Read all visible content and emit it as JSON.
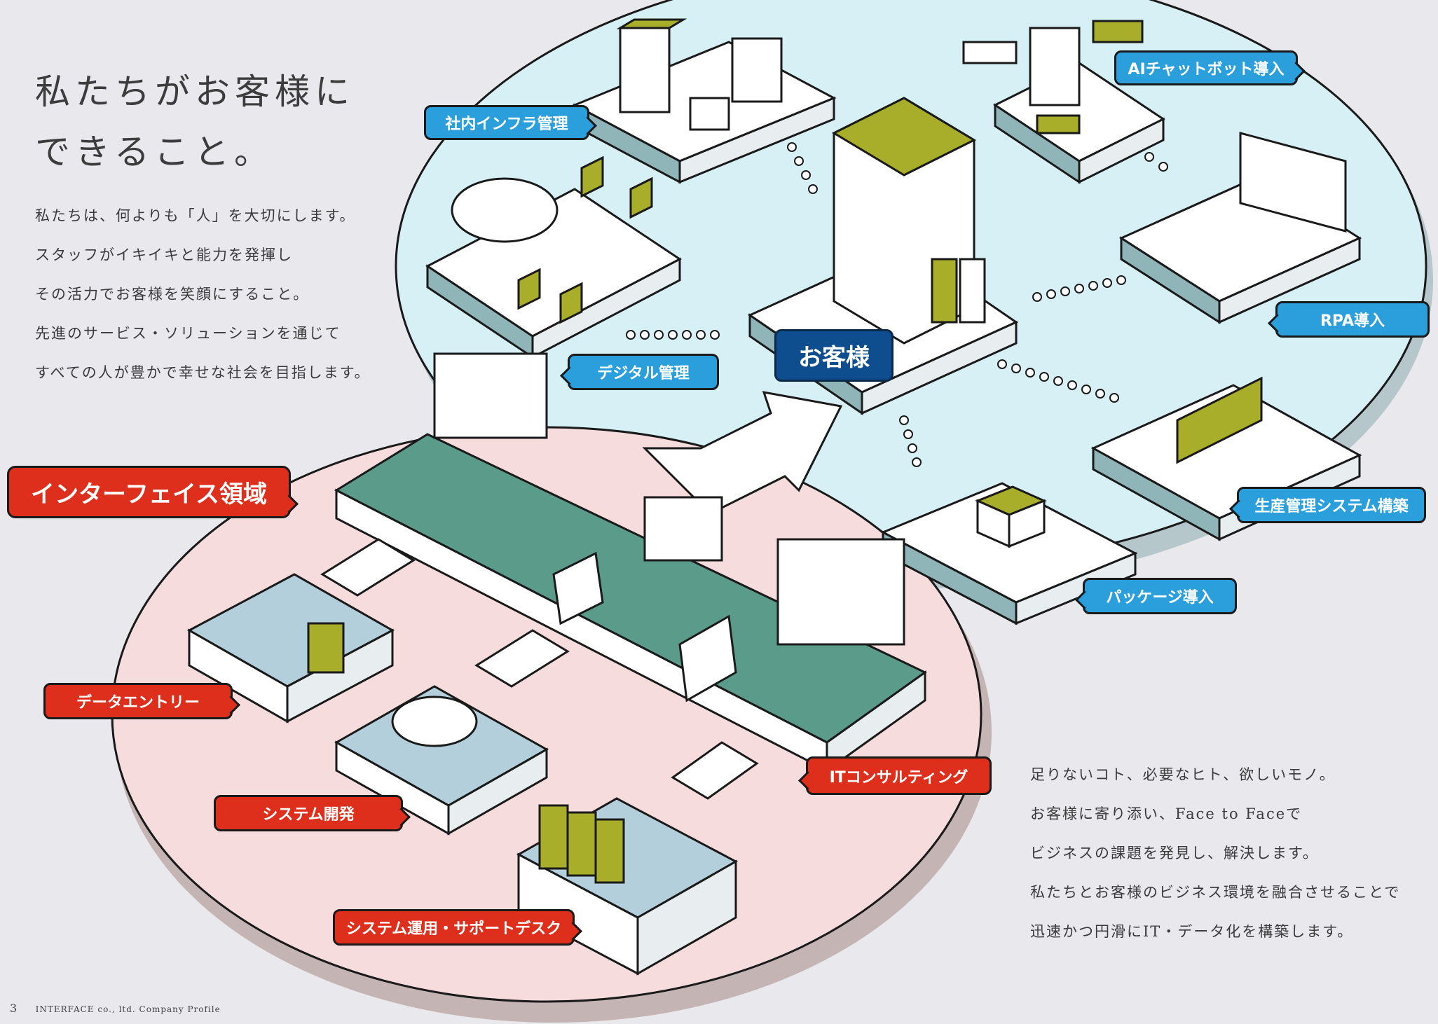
{
  "heading": {
    "line1": "私たちがお客様に",
    "line2": "できること。"
  },
  "intro": [
    "私たちは、何よりも「人」を大切にします。",
    "スタッフがイキイキと能力を発揮し",
    "その活力でお客様を笑顔にすること。",
    "先進のサービス・ソリューションを通じて",
    "すべての人が豊かで幸せな社会を目指します。"
  ],
  "center_label": "お客様",
  "client_services": {
    "ai_chatbot": "AIチャットボット導入",
    "internal_infra": "社内インフラ管理",
    "digital_management": "デジタル管理",
    "rpa": "RPA導入",
    "production_system": "生産管理システム構築",
    "package": "パッケージ導入"
  },
  "interface_area": {
    "title": "インターフェイス領域",
    "data_entry": "データエントリー",
    "system_dev": "システム開発",
    "operations": "システム運用・サポートデスク",
    "it_consulting": "ITコンサルティング"
  },
  "bottom_text": [
    "足りないコト、必要なヒト、欲しいモノ。",
    "お客様に寄り添い、Face to Faceで",
    "ビジネスの課題を発見し、解決します。",
    "私たちとお客様のビジネス環境を融合させることで",
    "迅速かつ円滑にIT・データ化を構築します。"
  ],
  "footer": {
    "page": "3",
    "company": "INTERFACE co., ltd.  Company Profile"
  },
  "colors": {
    "background": "#e9e8ec",
    "client_area": "#d6f0f6",
    "interface_area": "#f6dcdc",
    "accent_olive": "#a8ad2a",
    "platform_teal": "#5b9b8a",
    "label_blue": "#2a9fdc",
    "label_red": "#de2f1c",
    "label_navy": "#0f4e8e"
  }
}
